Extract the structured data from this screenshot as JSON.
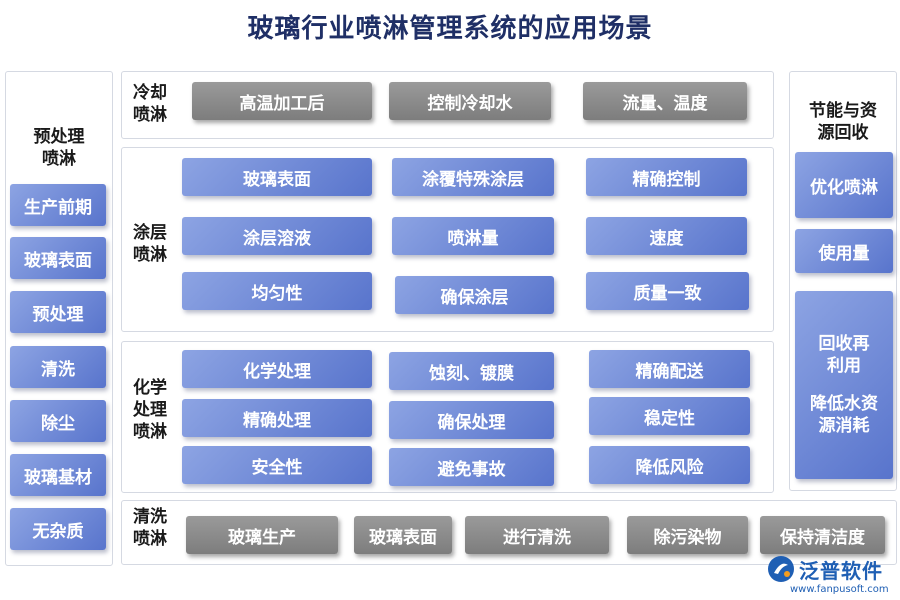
{
  "title": "玻璃行业喷淋管理系统的应用场景",
  "left_panel": {
    "title": "预处理\n喷淋",
    "items": [
      "生产前期",
      "玻璃表面",
      "预处理",
      "清洗",
      "除尘",
      "玻璃基材",
      "无杂质"
    ]
  },
  "cooling": {
    "label": "冷却\n喷淋",
    "items": [
      "高温加工后",
      "控制冷却水",
      "流量、温度"
    ]
  },
  "coating": {
    "label": "涂层\n喷淋",
    "items": [
      "玻璃表面",
      "涂覆特殊涂层",
      "精确控制",
      "涂层溶液",
      "喷淋量",
      "速度",
      "均匀性",
      "确保涂层",
      "质量一致"
    ]
  },
  "chemical": {
    "label": "化学\n处理\n喷淋",
    "items": [
      "化学处理",
      "蚀刻、镀膜",
      "精确配送",
      "精确处理",
      "确保处理",
      "稳定性",
      "安全性",
      "避免事故",
      "降低风险"
    ]
  },
  "cleaning": {
    "label": "清洗\n喷淋",
    "items": [
      "玻璃生产",
      "玻璃表面",
      "进行清洗",
      "除污染物",
      "保持清洁度"
    ]
  },
  "right_panel": {
    "title": "节能与资\n源回收",
    "items": [
      "优化喷淋",
      "使用量"
    ],
    "big_box": {
      "line1": "回收再\n利用",
      "line2": "降低水资\n源消耗"
    }
  },
  "logo": {
    "name": "泛普软件",
    "url": "www.fanpusoft.com"
  },
  "colors": {
    "title": "#1f2f66",
    "blue_start": "#8da4e3",
    "blue_end": "#5874cc",
    "gray": "#8a8a8a",
    "logo": "#1f5fb4"
  }
}
